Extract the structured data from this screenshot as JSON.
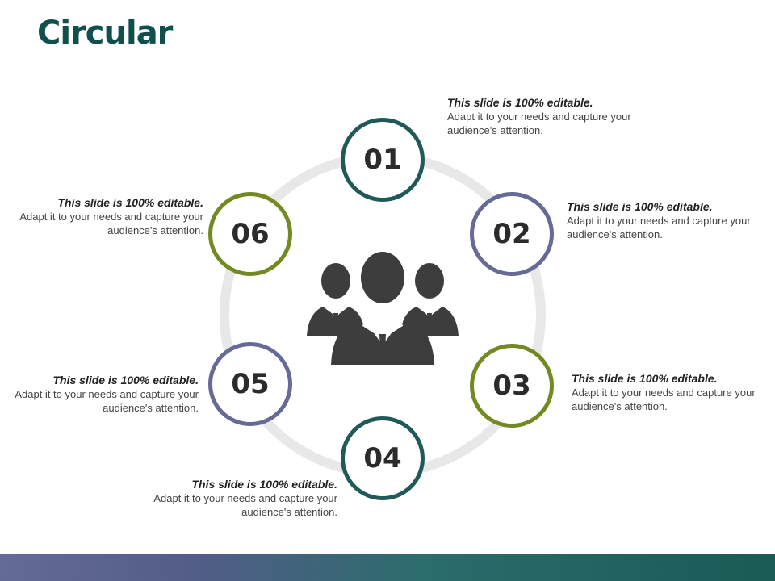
{
  "title": "Circular",
  "nodes": [
    {
      "number": "01",
      "heading": "This slide is 100% editable.",
      "body": "Adapt it to your needs and capture your audience's attention."
    },
    {
      "number": "02",
      "heading": "This slide is 100% editable.",
      "body": "Adapt it to your needs and capture your audience's attention."
    },
    {
      "number": "03",
      "heading": "This slide is 100% editable.",
      "body": "Adapt it to your needs and capture your audience's attention."
    },
    {
      "number": "04",
      "heading": "This slide is 100% editable.",
      "body": "Adapt it to your needs and capture your audience's attention."
    },
    {
      "number": "05",
      "heading": "This slide is 100% editable.",
      "body": "Adapt it to your needs and capture your audience's attention."
    },
    {
      "number": "06",
      "heading": "This slide is 100% editable.",
      "body": "Adapt it to your needs and capture your audience's attention."
    }
  ],
  "center_icon": "people-group-icon",
  "colors": {
    "title": "#0f4f4c",
    "teal": "#1f5a58",
    "purple": "#656a96",
    "olive": "#738a22",
    "ring": "#e8e8e8",
    "icon": "#3d3d3d"
  }
}
